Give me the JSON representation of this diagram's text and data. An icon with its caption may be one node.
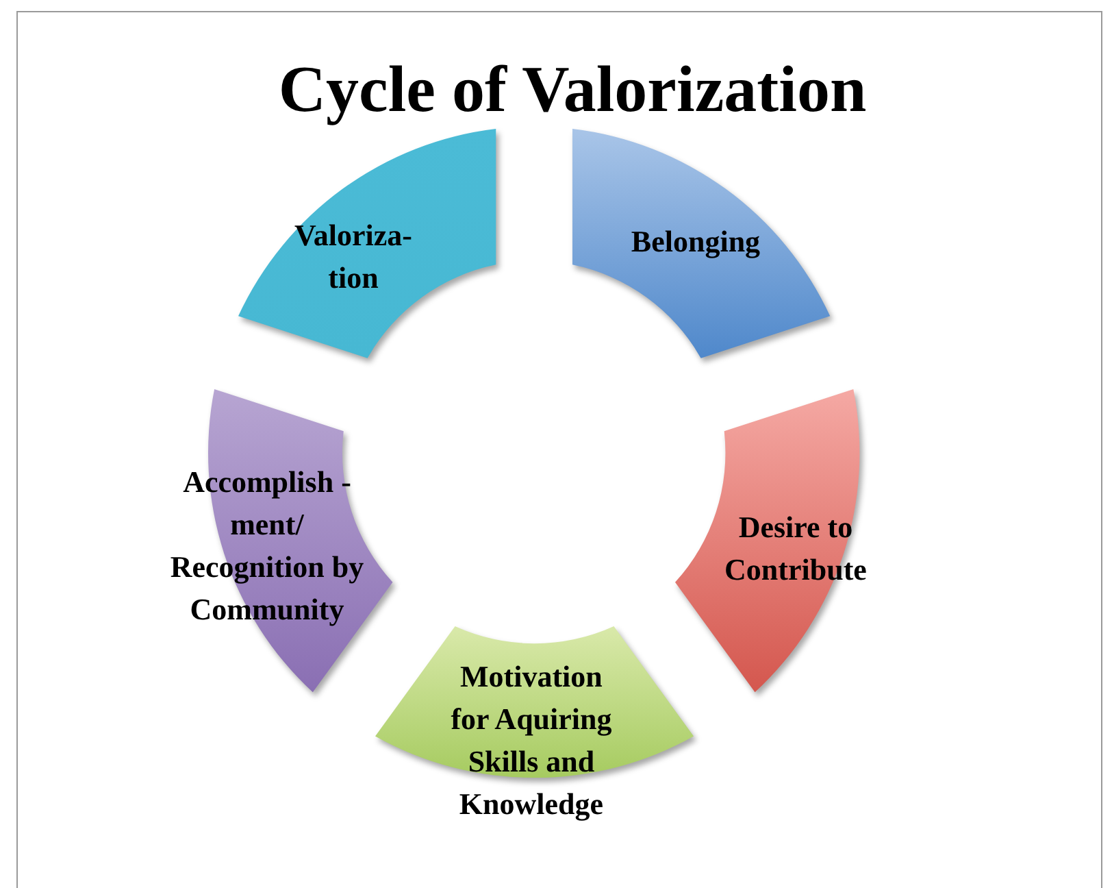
{
  "diagram": {
    "title": "Cycle of Valorization",
    "nodes": [
      {
        "text": [
          "Belonging"
        ]
      },
      {
        "text": [
          "Desire to Contribute"
        ]
      },
      {
        "text": [
          "Motivation for Aquiring Skills and Knowledge"
        ]
      },
      {
        "text": [
          "Accomplish -ment/ Recognition by Community"
        ]
      },
      {
        "text": [
          "Valoriza- tion"
        ]
      }
    ]
  }
}
